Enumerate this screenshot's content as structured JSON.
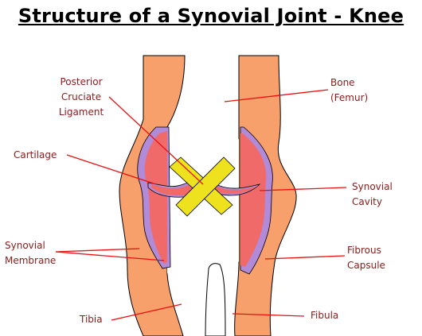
{
  "title": "Structure of a Synovial Joint - Knee",
  "labels": {
    "posterior_cruciate_ligament": "Posterior\nCruciate\nLigament",
    "bone_femur": "Bone\n(Femur)",
    "cartilage": "Cartilage",
    "synovial_cavity": "Synovial\nCavity",
    "synovial_membrane": "Synovial\nMembrane",
    "fibrous_capsule": "Fibrous\nCapsule",
    "tibia": "Tibia",
    "fibula": "Fibula"
  },
  "colors": {
    "bone": "#f7a06b",
    "capsule_outline": "#000000",
    "membrane": "#b18ad8",
    "cartilage": "#f06a6a",
    "ligament": "#eee21e",
    "label_text": "#8b1a1a",
    "pointer_line": "#e81010"
  }
}
